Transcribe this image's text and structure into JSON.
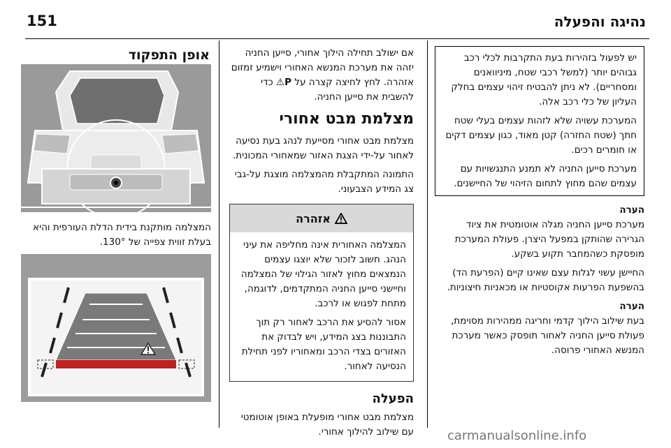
{
  "header": {
    "page_number": "151",
    "chapter_title": "נהיגה והפעלה"
  },
  "right_column": {
    "boxed_note": [
      "יש לפעול בזהירות בעת התקרבות לכלי רכב גבוהים יותר (למשל רכבי שטח, מיניוואנים ומסחריים). לא ניתן להבטיח זיהוי עצמים בחלק העליון של כלי רכב אלה.",
      "המערכת עשויה שלא לזהות עצמים בעלי שטח חתך (שטח החזרה) קטן מאוד, כגון עצמים דקים או חומרים רכים.",
      "מערכת סייען החניה לא תמנע התנגשויות עם עצמים שהם מחוץ לתחום הזיהוי של החיישנים."
    ],
    "note1_title": "הערה",
    "note1_paragraphs": [
      "מערכת סייען החניה מגלה אוטומטית את ציוד הגרירה שהותקן במפעל היצרן. פעולת המערכת מופסקת כשהמחבר תקוע בשקע.",
      "החיישן עשוי לגלות עצם שאינו קיים (הפרעת הד) בהשפעת הפרעות אקוסטיות או מכאניות חיצוניות."
    ],
    "note2_title": "הערה",
    "note2_paragraphs": [
      "בעת שילוב הילוך קדמי וחריגה ממהירות מסוימת, פעולת סייען החניה לאחור תופסק כאשר מערכת המנשא האחורי פרוסה."
    ]
  },
  "middle_column": {
    "intro_line1": "אם ישולב תחילה הילוך אחורי, סייען החניה יזהה את מערכת המנשא האחורי וישמיע זמזום אזהרה. לחץ לחיצה קצרה על",
    "intro_icon": "P⚠",
    "intro_line2": "כדי להשבית את סייען החניה.",
    "section_heading": "מצלמת מבט אחורי",
    "section_paragraphs": [
      "מצלמת מבט אחורי מסייעת לנהג בעת נסיעה לאחור על-ידי הצגת האזור שמאחורי המכונית.",
      "התמונה המתקבלת מהמצלמה מוצגת על-גבי צג המידע הצבעוני."
    ],
    "warning": {
      "title": "אזהרה",
      "paragraphs": [
        "המצלמה האחורית אינה מחליפה את עיני הנהג. חשוב לזכור שלא יוצגו עצמים הנמצאים מחוץ לאזור הגילוי של המצלמה וחיישני סייען החניה המתקדמים, לדוגמה, מתחת לפגוש או לרכב.",
        "אסור להסיע את הרכב לאחור רק תוך התבוננות בצג המידע, ויש לבדוק את האזורים בצדי הרכב ומאחוריו לפני תחילת הנסיעה לאחור."
      ]
    },
    "subheading": "הפעלה",
    "activation_text": "מצלמת מבט אחורי מופעלת באופן אוטומטי עם שילוב להילוך אחורי."
  },
  "left_column": {
    "title": "אופן התפקוד",
    "photo_caption": "המצלמה מותקנת בידית הדלת העורפית והיא בעלת זווית צפייה של 130°."
  },
  "watermark": "carmanualsonline.info",
  "colors": {
    "photo_bg": "#9a9a9a",
    "warning_bar": "#d9d9d9",
    "danger_red": "#c0201e"
  }
}
